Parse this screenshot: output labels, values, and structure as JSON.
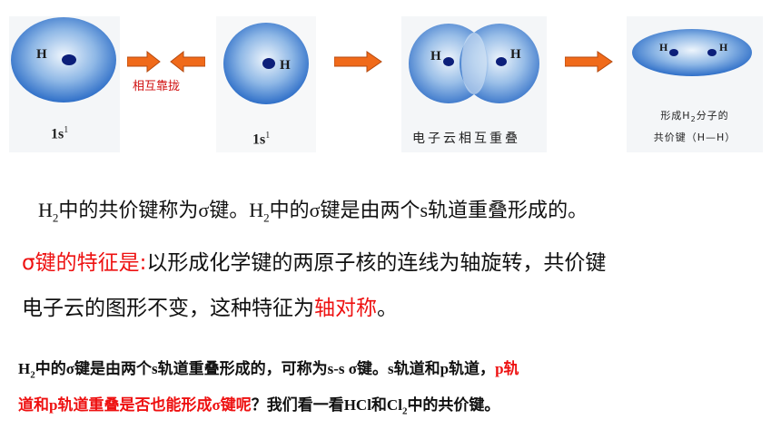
{
  "diagram": {
    "atom1": {
      "label": "H",
      "caption_main": "1s",
      "caption_sup": "1"
    },
    "arrows_label": "相互靠拢",
    "atom2": {
      "label": "H",
      "caption_main": "1s",
      "caption_sup": "1"
    },
    "overlap": {
      "label_left": "H",
      "label_right": "H",
      "caption": "电子云相互重叠"
    },
    "molecule": {
      "label_left": "H",
      "label_right": "H",
      "caption_line1_a": "形成H",
      "caption_line1_sub": "2",
      "caption_line1_b": "分子的",
      "caption_line2": "共价键（H—H）"
    },
    "colors": {
      "arrow": "#f06a1a",
      "cloud_center": "#e8f2fb",
      "cloud_edge": "#2f6fc8",
      "nucleus": "#0c1f7a"
    }
  },
  "text": {
    "line1_h": "H",
    "line1_sub": "2",
    "line1_a": "中的共价键称为σ键。H",
    "line1_sub2": "2",
    "line1_b": "中的σ键是由两个s轨道重叠形成的。",
    "para2_red": "σ键的特征是:",
    "para2_black1": "以形成化学键的两原子核的连线为轴旋转，共价键",
    "para2_black2": "电子云的图形不变，这种特征为",
    "para2_red2": "轴对称",
    "para2_end": "。",
    "para3_h": "H",
    "para3_sub": "2",
    "para3_a": "中的σ键是由两个s轨道重叠形成的，可称为s-s σ键。s轨道和p轨道，",
    "para3_red1": "p轨",
    "para3_red2": "道和p轨道重叠是否也能形成σ键呢",
    "para3_b": "？我们看一看HCl和Cl",
    "para3_sub2": "2",
    "para3_c": "中的共价键。"
  }
}
